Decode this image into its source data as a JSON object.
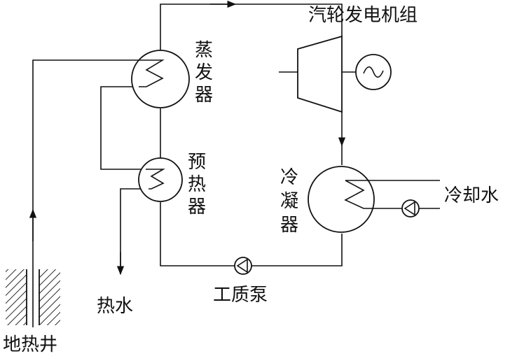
{
  "labels": {
    "turbine_generator": "汽轮发电机组",
    "evaporator": [
      "蒸",
      "发",
      "器"
    ],
    "preheater": [
      "预",
      "热",
      "器"
    ],
    "condenser": [
      "冷",
      "凝",
      "器"
    ],
    "cooling_water": "冷却水",
    "working_fluid_pump": "工质泵",
    "hot_water": "热水",
    "geothermal_well": "地热井"
  },
  "colors": {
    "line": "#111111",
    "background": "#ffffff"
  }
}
